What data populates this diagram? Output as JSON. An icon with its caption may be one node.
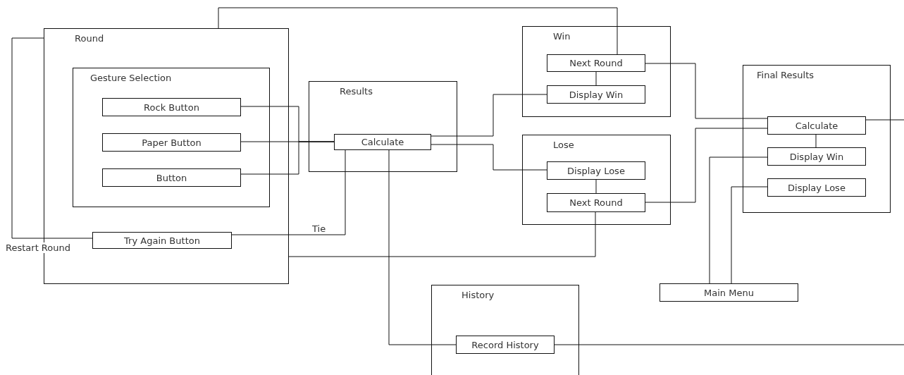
{
  "diagram": {
    "nodes": [
      {
        "text": [
          "Round"
        ]
      },
      {
        "text": [
          "Gesture Selection"
        ],
        "in": 0
      },
      {
        "text": [
          "Rock Button"
        ],
        "in": 1
      },
      {
        "text": [
          "Paper Button"
        ],
        "in": 1
      },
      {
        "text": [
          "Button"
        ],
        "in": 1
      },
      {
        "text": [
          "Try Again Button"
        ],
        "in": 0
      },
      {
        "text": [
          "Results"
        ]
      },
      {
        "text": [
          "Calculate"
        ],
        "in": 6
      },
      {
        "text": [
          "Win"
        ]
      },
      {
        "text": [
          "Next Round"
        ],
        "in": 8
      },
      {
        "text": [
          "Display Win"
        ],
        "in": 8
      },
      {
        "text": [
          "Lose"
        ]
      },
      {
        "text": [
          "Display Lose"
        ],
        "in": 11
      },
      {
        "text": [
          "Next Round"
        ],
        "in": 11
      },
      {
        "text": [
          "Final Results"
        ]
      },
      {
        "text": [
          "Calculate"
        ],
        "in": 14
      },
      {
        "text": [
          "Display Win"
        ],
        "in": 14
      },
      {
        "text": [
          "Display Lose"
        ],
        "in": 14
      },
      {
        "text": [
          "Main Menu"
        ]
      },
      {
        "text": [
          "History"
        ]
      },
      {
        "text": [
          "Record History"
        ],
        "in": 19
      }
    ],
    "edges": [
      {
        "from": 2,
        "to": 7,
        "arrow": "none"
      },
      {
        "from": 3,
        "to": 7,
        "arrow": "none"
      },
      {
        "from": 4,
        "to": 7,
        "arrow": "none"
      },
      {
        "from": 5,
        "to": 7,
        "arrow": "none",
        "label": "Tie"
      },
      {
        "from": 0,
        "to": 5,
        "arrow": "none",
        "label": "Restart Round"
      },
      {
        "from": 0,
        "to": 9,
        "arrow": "none"
      },
      {
        "from": 7,
        "to": 10,
        "arrow": "none"
      },
      {
        "from": 7,
        "to": 12,
        "arrow": "none"
      },
      {
        "from": 9,
        "to": 10,
        "arrow": "none"
      },
      {
        "from": 12,
        "to": 13,
        "arrow": "none"
      },
      {
        "from": 9,
        "to": 15,
        "arrow": "none"
      },
      {
        "from": 13,
        "to": 15,
        "arrow": "none"
      },
      {
        "from": 13,
        "to": 0,
        "arrow": "none"
      },
      {
        "from": 15,
        "to": 16,
        "arrow": "none"
      },
      {
        "from": 15,
        "to": null,
        "arrow": "none"
      },
      {
        "from": 16,
        "to": 18,
        "arrow": "none"
      },
      {
        "from": 17,
        "to": 18,
        "arrow": "none"
      },
      {
        "from": 7,
        "to": 20,
        "arrow": "none"
      },
      {
        "from": 20,
        "to": null,
        "arrow": "none"
      }
    ]
  }
}
